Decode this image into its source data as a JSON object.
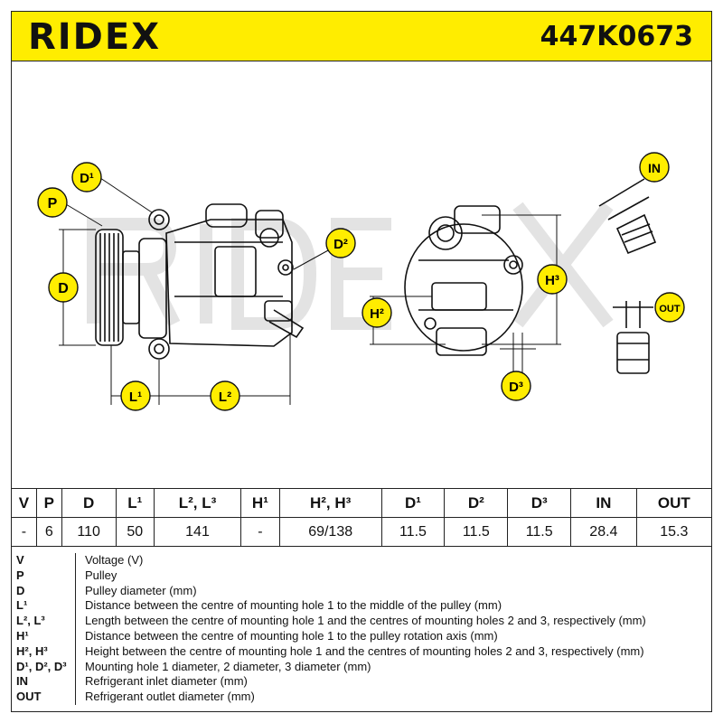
{
  "header": {
    "brand": "RIDEX",
    "part_number": "447K0673"
  },
  "callouts": {
    "P": "P",
    "D1": "D¹",
    "D": "D",
    "D2": "D²",
    "L1": "L¹",
    "L2": "L²",
    "H2": "H²",
    "H3": "H³",
    "D3": "D³",
    "IN": "IN",
    "OUT": "OUT"
  },
  "colors": {
    "accent": "#ffed00",
    "line": "#111111",
    "watermark": "#d9d9d9"
  },
  "specs": {
    "headers": [
      "V",
      "P",
      "D",
      "L¹",
      "L², L³",
      "H¹",
      "H², H³",
      "D¹",
      "D²",
      "D³",
      "IN",
      "OUT"
    ],
    "values": [
      "-",
      "6",
      "110",
      "50",
      "141",
      "-",
      "69/138",
      "11.5",
      "11.5",
      "11.5",
      "28.4",
      "15.3"
    ]
  },
  "legend": [
    {
      "key": "V",
      "text": "Voltage (V)"
    },
    {
      "key": "P",
      "text": "Pulley"
    },
    {
      "key": "D",
      "text": "Pulley diameter (mm)"
    },
    {
      "key": "L¹",
      "text": "Distance between the centre of mounting hole 1 to the middle of the pulley (mm)"
    },
    {
      "key": "L², L³",
      "text": "Length between the centre of mounting hole 1 and the centres of mounting holes 2 and 3, respectively (mm)"
    },
    {
      "key": "H¹",
      "text": "Distance between the centre of mounting hole 1 to the pulley rotation axis (mm)"
    },
    {
      "key": "H², H³",
      "text": "Height between the centre of mounting hole 1 and the centres of mounting holes 2 and 3, respectively (mm)"
    },
    {
      "key": "D¹, D², D³",
      "text": "Mounting hole 1 diameter, 2 diameter, 3 diameter (mm)"
    },
    {
      "key": "IN",
      "text": "Refrigerant inlet diameter (mm)"
    },
    {
      "key": "OUT",
      "text": "Refrigerant outlet diameter (mm)"
    }
  ]
}
